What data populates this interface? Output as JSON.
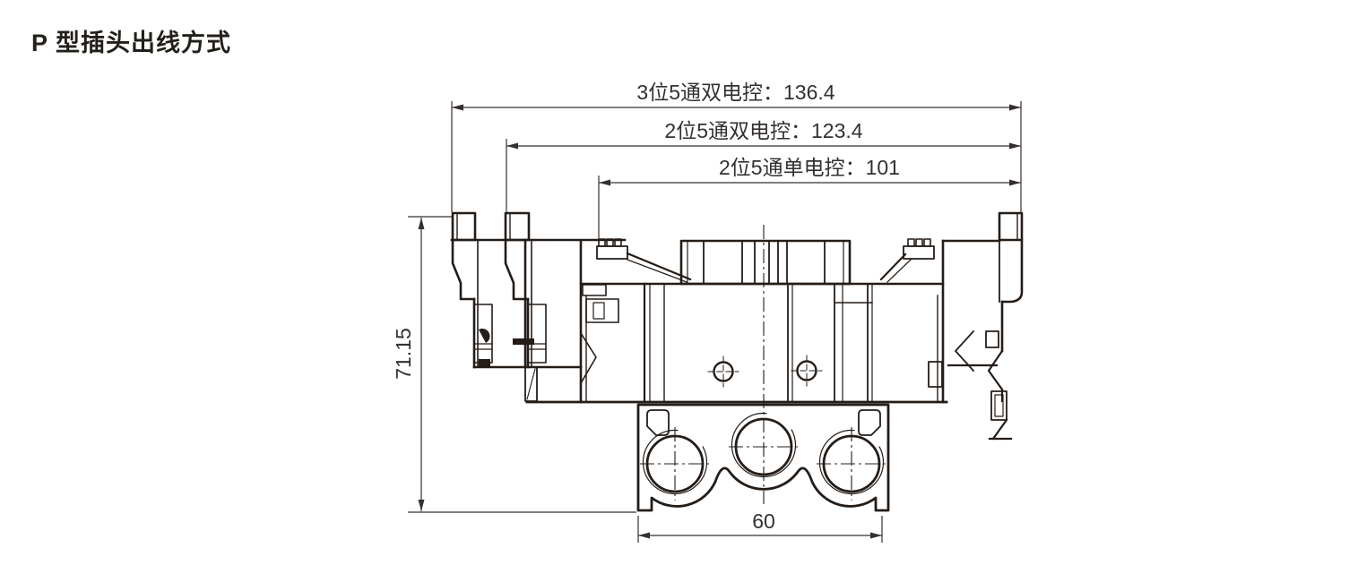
{
  "page": {
    "title": "P 型插头出线方式",
    "background_color": "#ffffff",
    "line_color": "#241c17",
    "text_color": "#343030"
  },
  "drawing": {
    "dimensions": {
      "width_3pos_double": {
        "label": "3位5通双电控",
        "value": "136.4",
        "text": "3位5通双电控：136.4"
      },
      "width_2pos_double": {
        "label": "2位5通双电控",
        "value": "123.4",
        "text": "2位5通双电控：123.4"
      },
      "width_2pos_single": {
        "label": "2位5通单电控",
        "value": "101",
        "text": "2位5通单电控：101"
      },
      "height": {
        "value": "71.15",
        "text": "71.15"
      },
      "base_width": {
        "value": "60",
        "text": "60"
      }
    }
  }
}
